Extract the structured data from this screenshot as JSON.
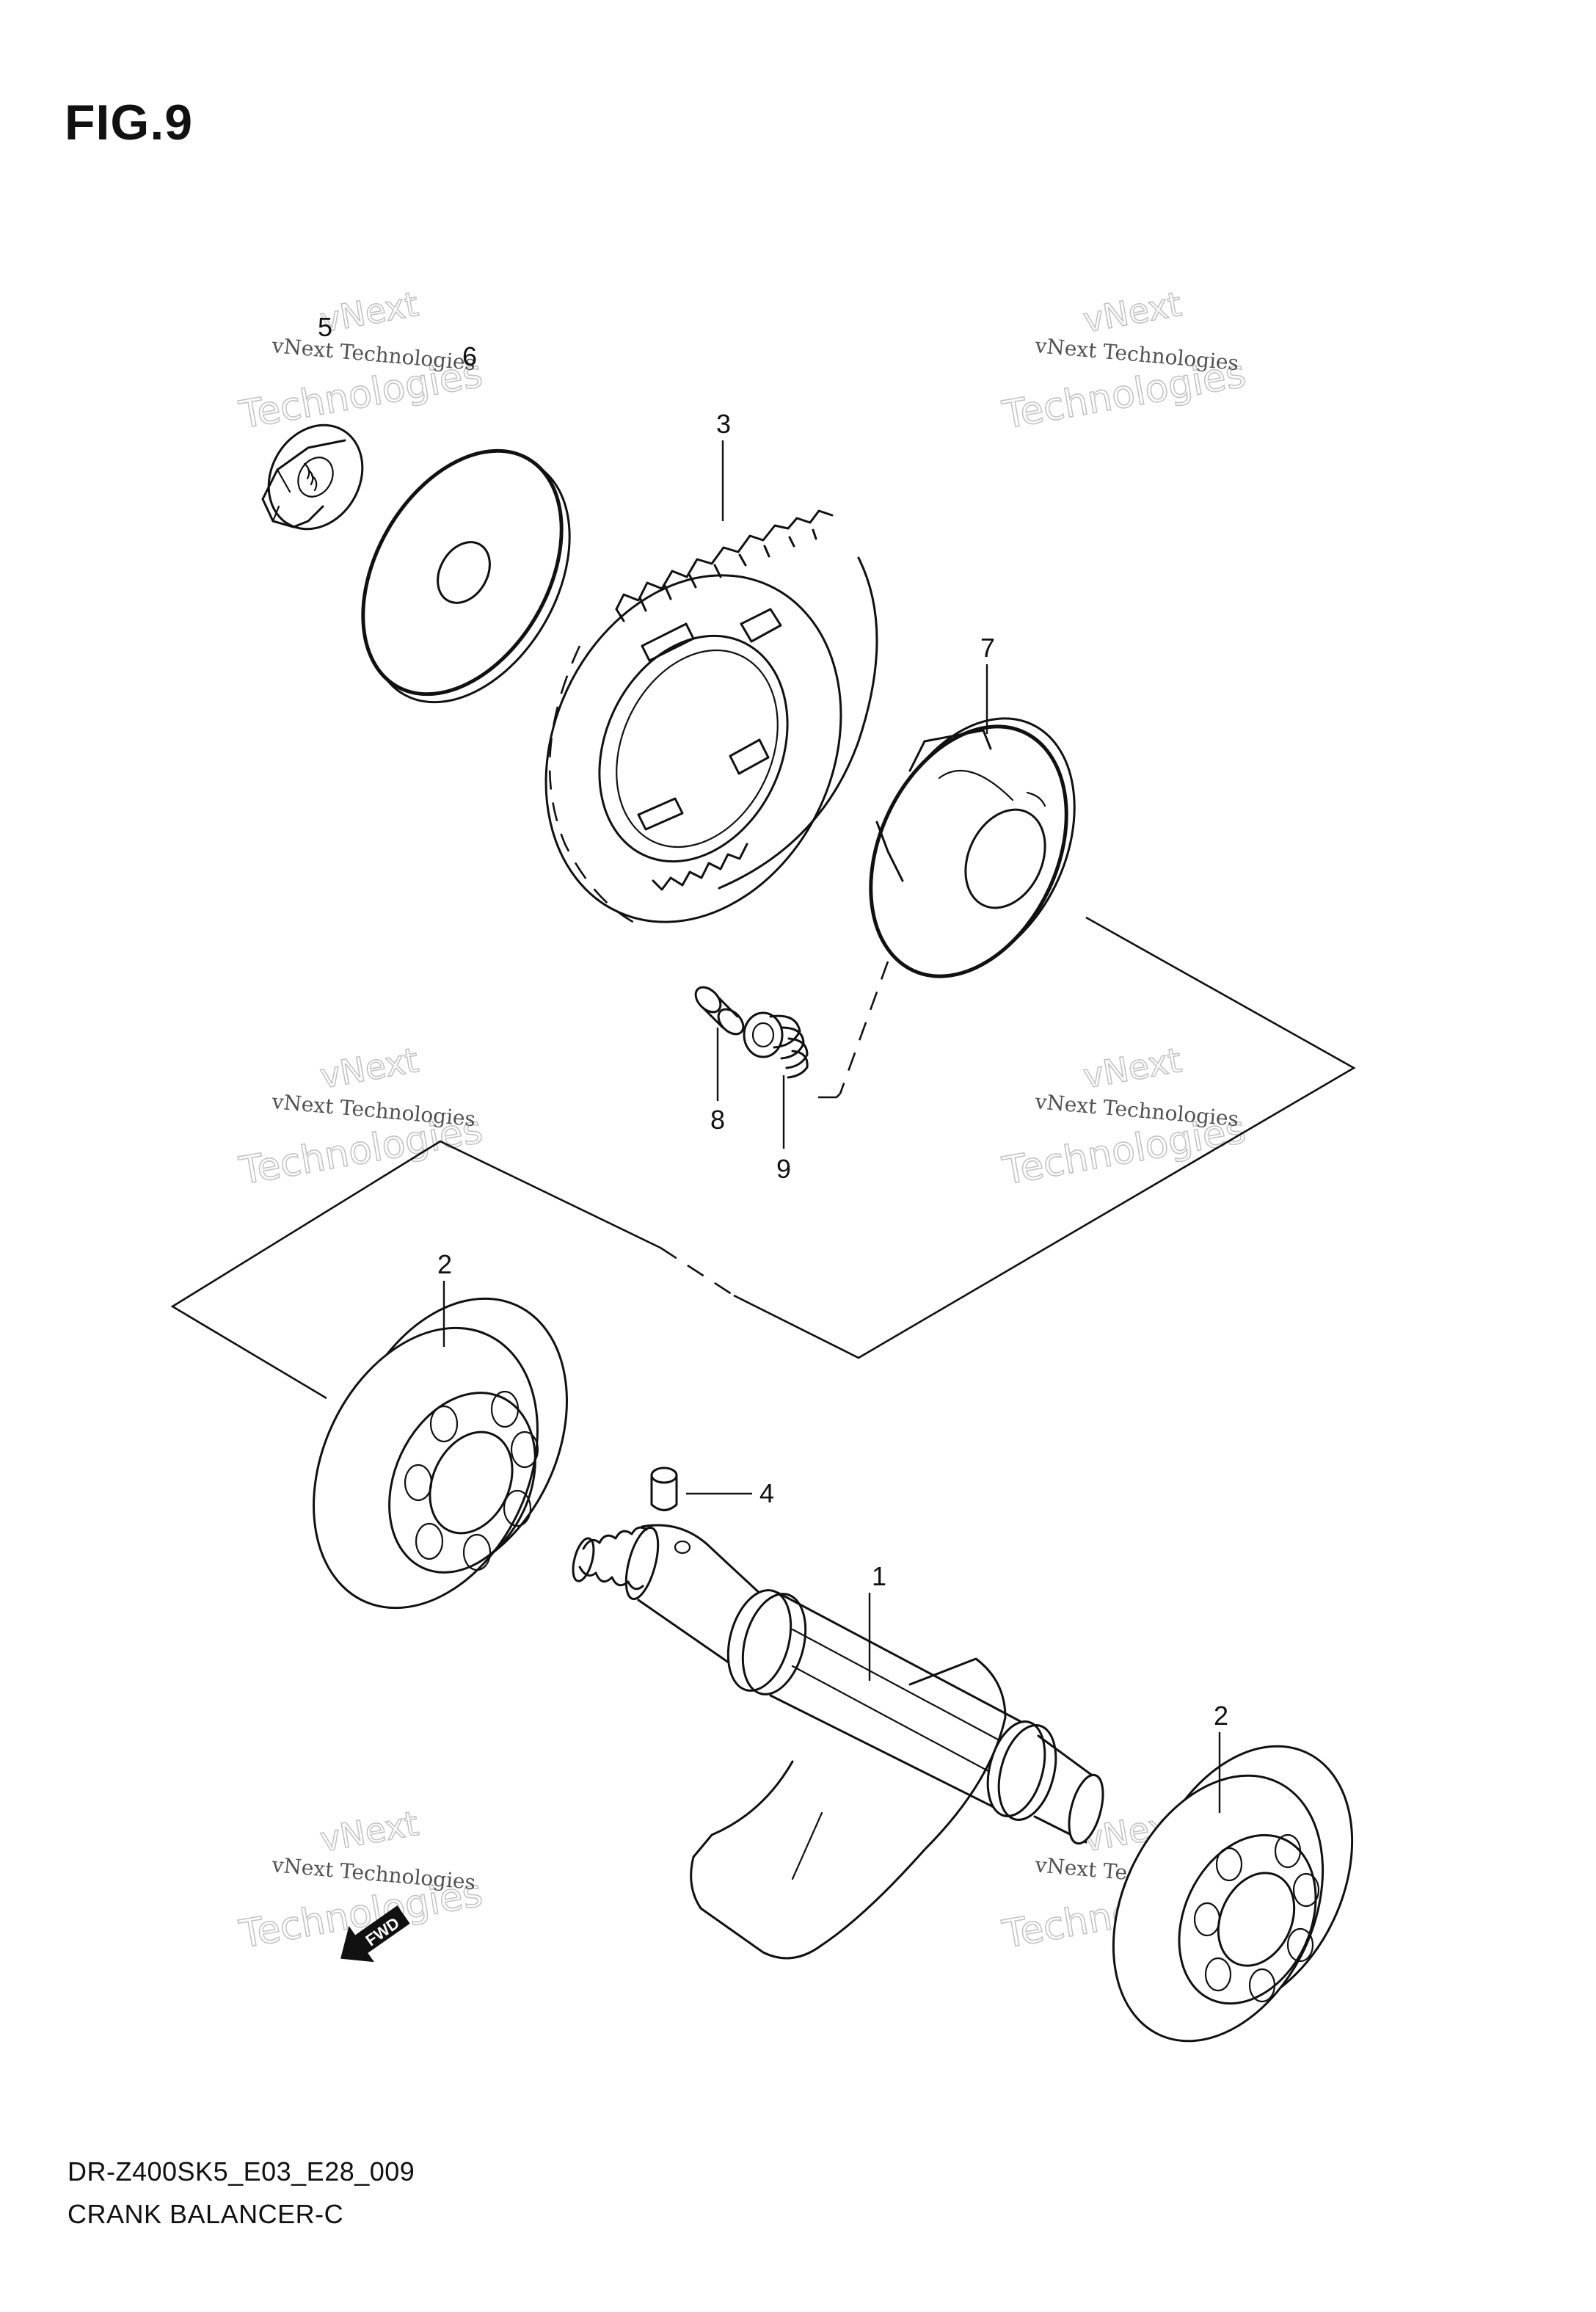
{
  "figure": {
    "title": "FIG.9"
  },
  "callouts": [
    {
      "id": "c1",
      "number": "1"
    },
    {
      "id": "c2a",
      "number": "2"
    },
    {
      "id": "c2b",
      "number": "2"
    },
    {
      "id": "c3",
      "number": "3"
    },
    {
      "id": "c4",
      "number": "4"
    },
    {
      "id": "c5",
      "number": "5"
    },
    {
      "id": "c6",
      "number": "6"
    },
    {
      "id": "c7",
      "number": "7"
    },
    {
      "id": "c8",
      "number": "8"
    },
    {
      "id": "c9",
      "number": "9"
    }
  ],
  "watermark": {
    "line0": "vNext",
    "line1": "vNext Technologies",
    "line2": "Technologies"
  },
  "direction_marker": {
    "label": "FWD"
  },
  "footer": {
    "model_code": "DR-Z400SK5_E03_E28_009",
    "diagram_name": "CRANK BALANCER-C"
  }
}
